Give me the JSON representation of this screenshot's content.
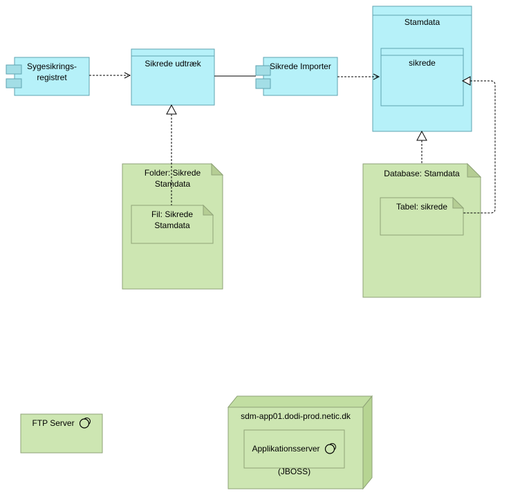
{
  "colors": {
    "canvas_bg": "#ffffff",
    "cyan_fill": "#b6f1f9",
    "cyan_border": "#5fa3b0",
    "tab_fill": "#a3dee6",
    "green_fill": "#cde6b2",
    "green_border": "#8ea277",
    "fold_fill": "#b5cd94",
    "face_top": "#c2dea2",
    "face_side": "#b6d492",
    "connector": "#000000",
    "text": "#000000"
  },
  "nodes": {
    "sygesikringsregistret": {
      "label": "Sygesikrings-\nregistret",
      "type": "component"
    },
    "sikrede_udtraek": {
      "label": "Sikrede udtræk",
      "type": "class"
    },
    "sikrede_importer": {
      "label": "Sikrede Importer",
      "type": "component"
    },
    "stamdata": {
      "label": "Stamdata",
      "type": "container"
    },
    "sikrede": {
      "label": "sikrede",
      "type": "class"
    },
    "folder_sikrede_stamdata": {
      "label": "Folder: Sikrede\nStamdata",
      "type": "artifact"
    },
    "fil_sikrede_stamdata": {
      "label": "Fil: Sikrede\nStamdata",
      "type": "artifact"
    },
    "database_stamdata": {
      "label": "Database: Stamdata",
      "type": "artifact"
    },
    "tabel_sikrede": {
      "label": "Tabel: sikrede",
      "type": "artifact"
    },
    "ftp_server": {
      "label": "FTP Server",
      "type": "node"
    },
    "sdm_app01": {
      "label": "sdm-app01.dodi-prod.netic.dk",
      "type": "node3d"
    },
    "applikationsserver": {
      "label_line1": "Applikationsserver",
      "label_line2": "(JBOSS)",
      "type": "node"
    }
  },
  "edges": [
    {
      "from": "sygesikringsregistret",
      "to": "sikrede_udtraek",
      "style": "dashed-open-arrow"
    },
    {
      "from": "sikrede_udtraek",
      "to": "sikrede_importer",
      "style": "solid"
    },
    {
      "from": "sikrede_importer",
      "to": "sikrede",
      "style": "dashed-open-arrow"
    },
    {
      "from": "fil_sikrede_stamdata",
      "to": "sikrede_udtraek",
      "style": "dashed-hollow-triangle"
    },
    {
      "from": "database_stamdata",
      "to": "stamdata",
      "style": "dashed-hollow-triangle"
    },
    {
      "from": "tabel_sikrede",
      "to": "sikrede",
      "style": "dashed-hollow-triangle"
    }
  ]
}
